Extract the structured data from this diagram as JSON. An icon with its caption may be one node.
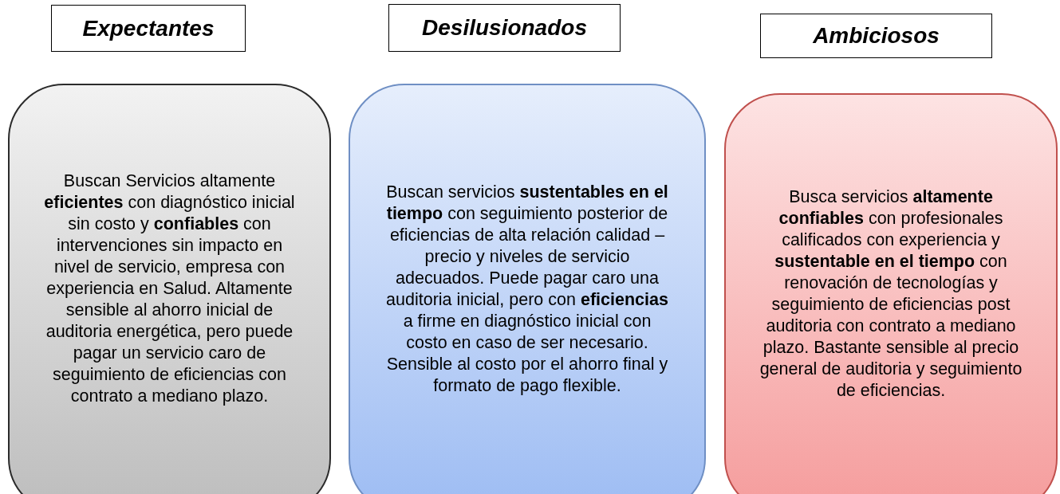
{
  "diagram": {
    "nodes": [
      {
        "text": [
          "Expectantes"
        ]
      },
      {
        "text": [
          "Desilusionados"
        ]
      },
      {
        "text": [
          "Ambiciosos"
        ]
      },
      {
        "text": [
          "Buscan Servicios altamente **eficientes** con diagnóstico inicial sin costo y **confiables** con intervenciones sin impacto en nivel de servicio, empresa con experiencia en Salud. Altamente sensible al ahorro inicial de auditoria energética, pero puede pagar un servicio caro de seguimiento de eficiencias con contrato a mediano plazo."
        ]
      },
      {
        "text": [
          "Buscan servicios **sustentables en el tiempo** con seguimiento posterior de eficiencias de alta relación calidad – precio y niveles de servicio adecuados. Puede pagar caro una auditoria inicial, pero con **eficiencias** a firme en diagnóstico inicial con costo en caso de ser necesario. Sensible al costo por el ahorro final y formato de pago flexible."
        ]
      },
      {
        "text": [
          "Busca servicios **altamente confiables** con profesionales calificados con experiencia y **sustentable en el tiempo** con renovación de tecnologías y seguimiento de eficiencias post auditoria con contrato a mediano plazo. Bastante sensible al precio general de auditoria y seguimiento de eficiencias."
        ]
      }
    ]
  }
}
